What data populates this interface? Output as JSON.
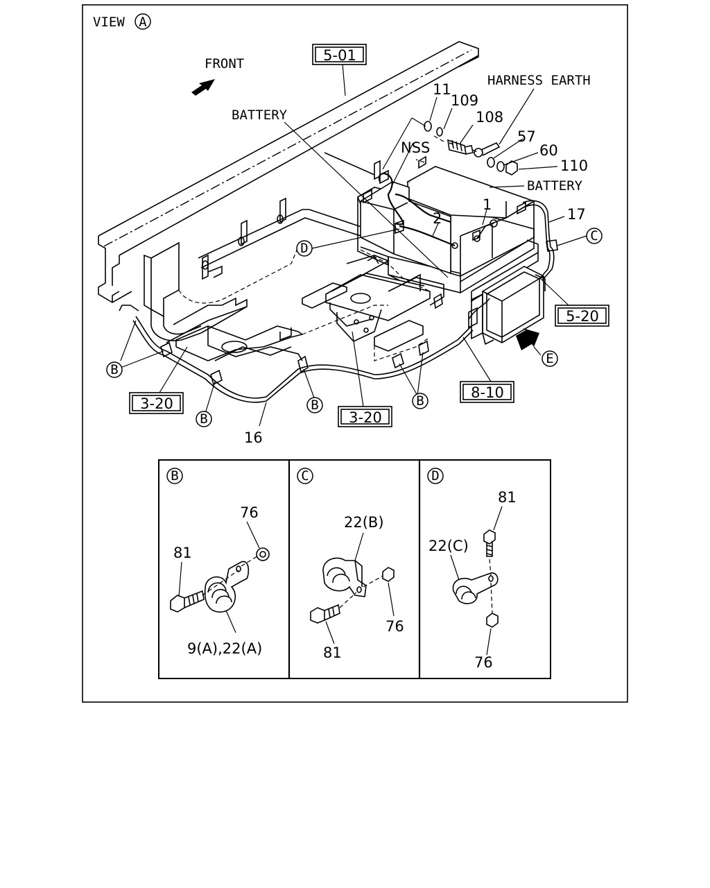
{
  "view_title": "VIEW",
  "view_letter": "A",
  "front_label": "FRONT",
  "labels": {
    "battery_left": "BATTERY",
    "battery_right": "BATTERY",
    "harness_earth": "HARNESS EARTH",
    "nss": "NSS"
  },
  "part_numbers": {
    "p11": "11",
    "p109": "109",
    "p108": "108",
    "p57": "57",
    "p60": "60",
    "p110": "110",
    "p1": "1",
    "p2": "2",
    "p17": "17",
    "p16": "16"
  },
  "ref_boxes": {
    "r501": "5-01",
    "r520": "5-20",
    "r810": "8-10",
    "r320_left": "3-20",
    "r320_mid": "3-20"
  },
  "callout_letters": {
    "b": "B",
    "c": "C",
    "d": "D",
    "e": "E"
  },
  "details": {
    "b": {
      "letter": "B",
      "p76": "76",
      "p81": "81",
      "p9a22a": "9(A),22(A)"
    },
    "c": {
      "letter": "C",
      "p22b": "22(B)",
      "p76": "76",
      "p81": "81"
    },
    "d": {
      "letter": "D",
      "p81": "81",
      "p22c": "22(C)",
      "p76": "76"
    }
  }
}
